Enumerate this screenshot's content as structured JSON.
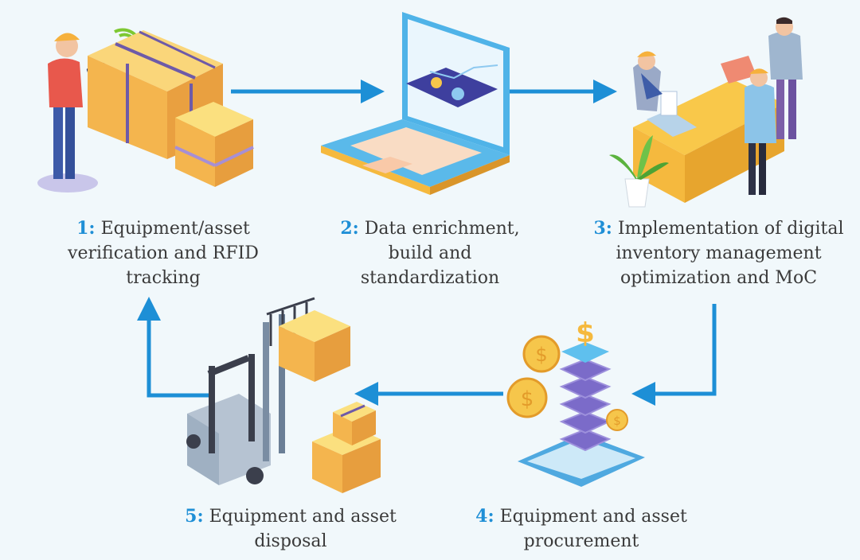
{
  "colors": {
    "background": "#f1f8fb",
    "arrow": "#1d8fd6",
    "box": "#f7c95c",
    "box_side": "#f2a94c",
    "strap": "#6e5aa8",
    "laptop": "#4fb3e8",
    "desk": "#f5b93e",
    "coin": "#f6c64b",
    "stack": "#7a6cc8",
    "forklift": "#8aa0b8"
  },
  "steps": [
    {
      "num": "1:",
      "lines": [
        "Equipment/asset",
        "verification and RFID",
        "tracking"
      ],
      "icon": "rfid-worker-boxes-icon"
    },
    {
      "num": "2:",
      "lines": [
        "Data enrichment,",
        "build and",
        "standardization"
      ],
      "icon": "laptop-data-icon"
    },
    {
      "num": "3:",
      "lines": [
        "Implementation of digital",
        "inventory management",
        "optimization and MoC"
      ],
      "icon": "office-team-icon"
    },
    {
      "num": "4:",
      "lines": [
        "Equipment and asset",
        "procurement"
      ],
      "icon": "coins-stack-icon"
    },
    {
      "num": "5:",
      "lines": [
        "Equipment and asset",
        "disposal"
      ],
      "icon": "forklift-icon"
    }
  ]
}
